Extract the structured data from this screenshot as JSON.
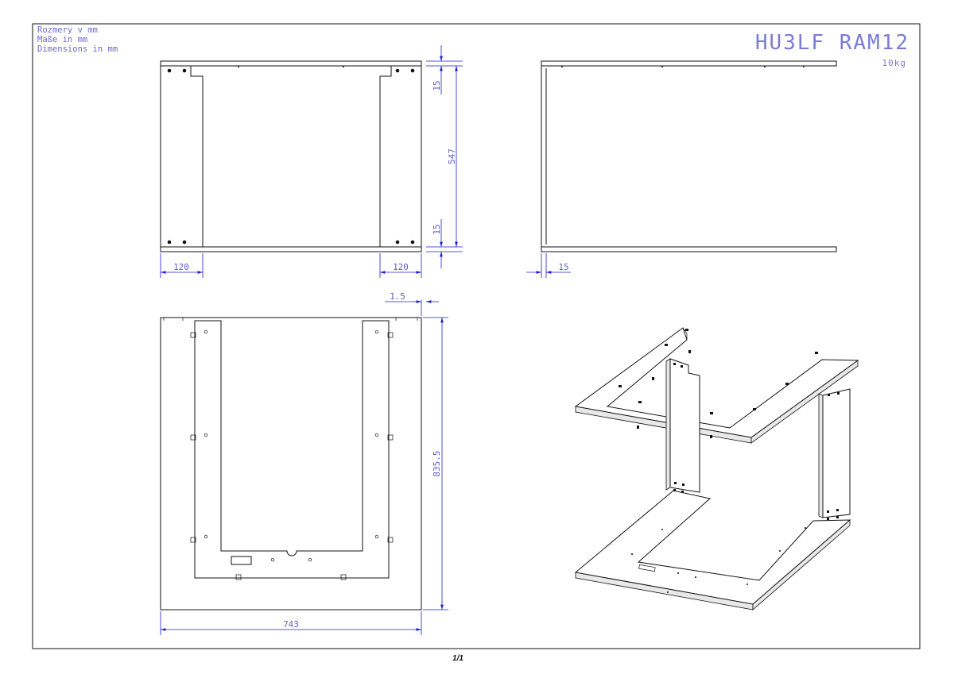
{
  "drawing": {
    "header_lines": [
      "Rozmery v mm",
      "Maße in mm",
      "Dimensions in mm"
    ],
    "title": "HU3LF RAM12",
    "weight": "10kg",
    "page_number": "1/1"
  },
  "dimensions": {
    "front_top_offset": "15",
    "front_height": "547",
    "front_bottom_offset": "15",
    "front_left_width": "120",
    "front_right_width": "120",
    "side_thickness": "15",
    "plan_thickness": "1.5",
    "plan_depth": "835.5",
    "plan_width": "743"
  },
  "colors": {
    "line": "#111111",
    "dimension": "#1f1fd6",
    "text": "#6a6ad0"
  }
}
